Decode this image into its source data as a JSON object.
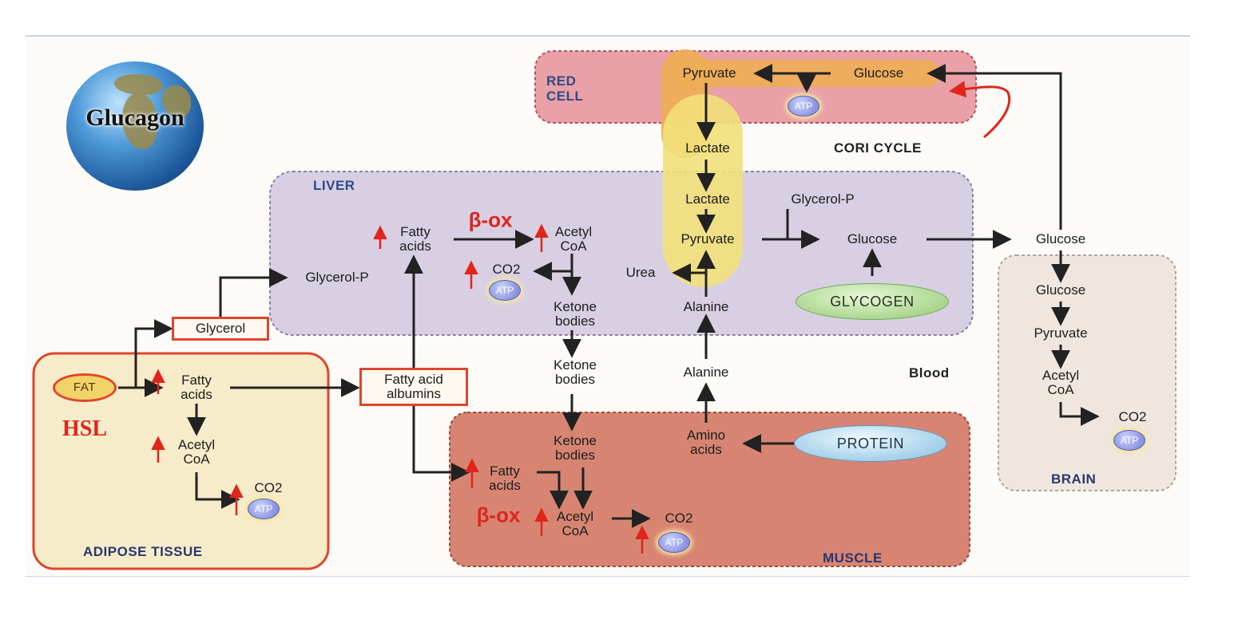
{
  "main_title": "Glucagon",
  "regions": {
    "red_cell": [
      "RED",
      "CELL"
    ],
    "liver": "LIVER",
    "adipose": "ADIPOSE TISSUE",
    "muscle": "MUSCLE",
    "brain": "BRAIN",
    "blood": "Blood",
    "cori": "CORI CYCLE"
  },
  "nodes": {
    "rc_pyruvate": "Pyruvate",
    "rc_glucose": "Glucose",
    "lactate_1": "Lactate",
    "lactate_2": "Lactate",
    "liver_glycerol_p_top": "Glycerol-P",
    "liver_pyruvate": "Pyruvate",
    "liver_glucose": "Glucose",
    "liver_fatty_acids": [
      "Fatty",
      "acids"
    ],
    "liver_acetyl_coa": [
      "Acetyl",
      "CoA"
    ],
    "liver_co2": "CO2",
    "urea": "Urea",
    "liver_alanine": "Alanine",
    "liver_glycerol_p": "Glycerol-P",
    "liver_ketone": [
      "Ketone",
      "bodies"
    ],
    "glycogen": "GLYCOGEN",
    "blood_glucose": "Glucose",
    "blood_ketone": [
      "Ketone",
      "bodies"
    ],
    "blood_alanine": "Alanine",
    "fatty_acid_albumins": [
      "Fatty acid",
      "albumins"
    ],
    "glycerol": "Glycerol",
    "fat": "FAT",
    "adipose_fatty_acids": [
      "Fatty",
      "acids"
    ],
    "adipose_acetyl_coa": [
      "Acetyl",
      "CoA"
    ],
    "adipose_co2": "CO2",
    "hsl": "HSL",
    "muscle_ketone": [
      "Ketone",
      "bodies"
    ],
    "amino_acids": [
      "Amino",
      "acids"
    ],
    "protein": "PROTEIN",
    "muscle_fatty_acids": [
      "Fatty",
      "acids"
    ],
    "muscle_acetyl_coa": [
      "Acetyl",
      "CoA"
    ],
    "muscle_co2": "CO2",
    "brain_glucose": "Glucose",
    "brain_pyruvate": "Pyruvate",
    "brain_acetyl_coa": [
      "Acetyl",
      "CoA"
    ],
    "brain_co2": "CO2",
    "atp": "ATP",
    "beta_ox": "β-ox"
  },
  "colors": {
    "red_cell_fill": "#e9a0a6",
    "liver_fill": "#d8cfe3",
    "muscle_fill": "#d78572",
    "adipose_fill": "#f7ecc9",
    "brain_fill": "#efe7df",
    "highlight_yellow": "#f2e07a",
    "highlight_orange": "#eeae55",
    "annotation_red": "#e0251c",
    "region_text": "#2f4a8a"
  }
}
